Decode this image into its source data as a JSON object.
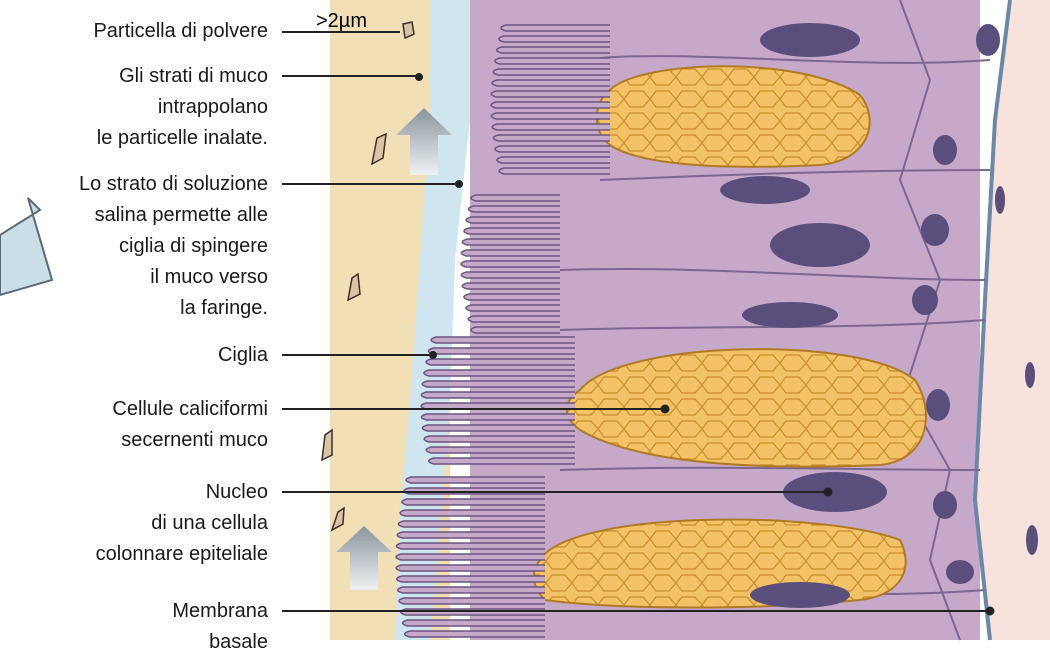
{
  "size_note": ">2µm",
  "labels": {
    "particle": "Particella di polvere",
    "mucus_l1": "Gli strati di muco",
    "mucus_l2": "intrappolano",
    "mucus_l3": "le particelle inalate.",
    "saline_l1": "Lo strato di soluzione",
    "saline_l2": "salina permette alle",
    "saline_l3": "ciglia di spingere",
    "saline_l4": "il muco verso",
    "saline_l5": "la faringe.",
    "cilia": "Ciglia",
    "goblet_l1": "Cellule caliciformi",
    "goblet_l2": "secernenti muco",
    "nucleus_l1": "Nucleo",
    "nucleus_l2": "di una cellula",
    "nucleus_l3": "colonnare epiteliale",
    "membrane_l1": "Membrana",
    "membrane_l2": "basale"
  },
  "colors": {
    "mucus": "#f1dfb6",
    "saline": "#cfe6f1",
    "cell": "#c6a9c9",
    "goblet": "#f3c266",
    "nucleus": "#5a4f7c",
    "connective": "#f7e2dc",
    "arrow": "#9aa6ae"
  }
}
